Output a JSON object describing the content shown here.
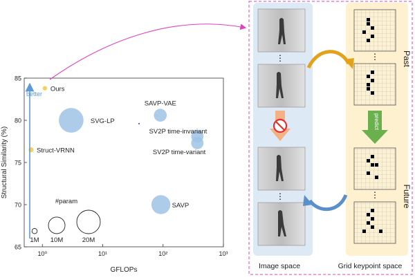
{
  "chart_data": {
    "type": "scatter",
    "title": "",
    "xlabel": "GFLOPs",
    "ylabel": "Structural Similarity (%)",
    "xscale": "log",
    "xlim": [
      0.5,
      1000
    ],
    "ylim": [
      65,
      85
    ],
    "x_ticks": [
      {
        "value": 1,
        "label": "10⁰"
      },
      {
        "value": 10,
        "label": "10¹"
      },
      {
        "value": 100,
        "label": "10²"
      },
      {
        "value": 1000,
        "label": "10³"
      }
    ],
    "y_ticks": [
      65,
      70,
      75,
      80,
      85
    ],
    "grid": false,
    "better_label": "better",
    "points": [
      {
        "label": "Ours",
        "x": 1.1,
        "y": 83.8,
        "params_m": 0.7,
        "color": "#f5c842"
      },
      {
        "label": "Struct-VRNN",
        "x": 0.65,
        "y": 76.5,
        "params_m": 0.9,
        "color": "#f5c842"
      },
      {
        "label": "SVG-LP",
        "x": 3.0,
        "y": 80.0,
        "params_m": 22,
        "color": "#9dc3e6"
      },
      {
        "label": "SAVP-VAE",
        "x": 90,
        "y": 80.6,
        "params_m": 6,
        "color": "#9dc3e6"
      },
      {
        "label": "SV2P time-invariant",
        "x": 370,
        "y": 78.1,
        "params_m": 5.5,
        "color": "#9dc3e6"
      },
      {
        "label": "SV2P time-variant",
        "x": 370,
        "y": 77.3,
        "params_m": 5.5,
        "color": "#9dc3e6"
      },
      {
        "label": "SAVP",
        "x": 92,
        "y": 70.0,
        "params_m": 13,
        "color": "#9dc3e6"
      }
    ],
    "param_legend": {
      "title": "#param",
      "entries": [
        {
          "label": "1M",
          "params_m": 1
        },
        {
          "label": "10M",
          "params_m": 10
        },
        {
          "label": "20M",
          "params_m": 20
        }
      ]
    }
  },
  "diagram": {
    "past_label": "Past",
    "future_label": "Future",
    "predict_label": "predict",
    "image_space_label": "Image space",
    "keypoint_space_label": "Grid keypoint space",
    "colors": {
      "image_panel": "#ddeaf6",
      "keypoint_panel": "#fdf1cf",
      "border": "#e040c0",
      "arrow_gold": "#e3a21a",
      "arrow_blue": "#5b8fc9",
      "arrow_green": "#6ab04c",
      "arrow_orange": "#f4b183"
    }
  }
}
